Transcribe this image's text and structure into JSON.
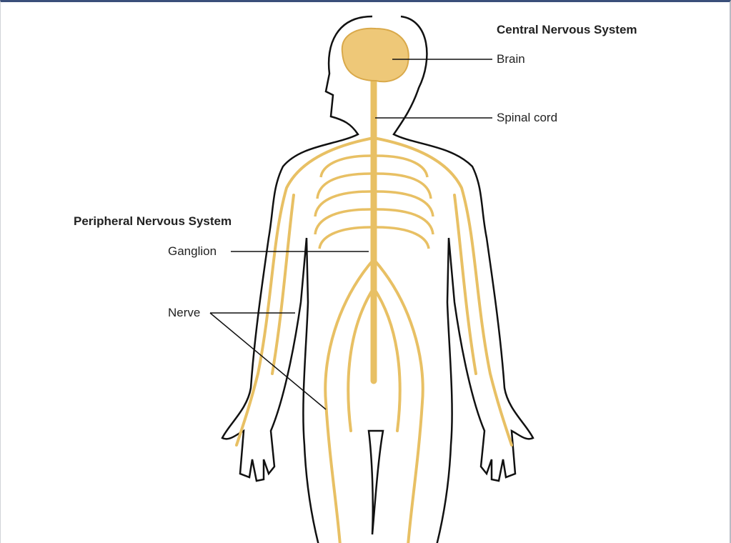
{
  "title_cns": "Central Nervous System",
  "title_pns": "Peripheral Nervous System",
  "labels": {
    "brain": "Brain",
    "spinal_cord": "Spinal cord",
    "ganglion": "Ganglion",
    "nerve": "Nerve"
  },
  "colors": {
    "nerve": "#e8c064",
    "brain": "#eec878",
    "outline": "#111111"
  }
}
